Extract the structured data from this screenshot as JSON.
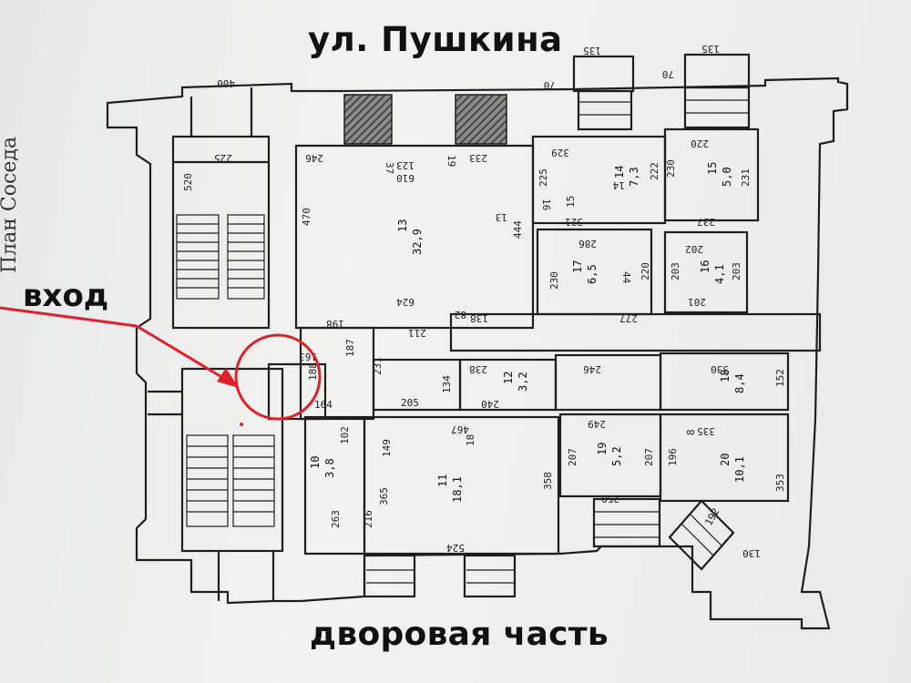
{
  "labels": {
    "street_top": "ул. Пушкина",
    "street_bottom": "дворовая часть",
    "entry": "вход",
    "side_caption": "План Соседа"
  },
  "colors": {
    "line": "#1e1e1e",
    "hatch": "#333333",
    "arrow": "#e0202a",
    "circle": "#e0202a"
  },
  "rooms": [
    {
      "id": "13",
      "area": "32,9"
    },
    {
      "id": "14",
      "area": "7,3"
    },
    {
      "id": "15",
      "area": "5,0"
    },
    {
      "id": "17",
      "area": "6,5"
    },
    {
      "id": "16",
      "area": "4,1"
    },
    {
      "id": "12",
      "area": "3,2"
    },
    {
      "id": "18",
      "area": "8,4"
    },
    {
      "id": "11",
      "area": "18,1"
    },
    {
      "id": "19",
      "area": "5,2"
    },
    {
      "id": "20",
      "area": "10,1"
    },
    {
      "id": "10",
      "area": "3,8"
    }
  ],
  "dims": [
    "135",
    "135",
    "70",
    "70",
    "400",
    "225",
    "520",
    "246",
    "37",
    "123",
    "610",
    "19",
    "233",
    "329",
    "220",
    "225",
    "15",
    "14",
    "222",
    "230",
    "231",
    "470",
    "13",
    "444",
    "16",
    "321",
    "237",
    "286",
    "202",
    "624",
    "230",
    "44",
    "220",
    "203",
    "203",
    "201",
    "138",
    "82",
    "277",
    "198",
    "163",
    "211",
    "231",
    "238",
    "187",
    "188",
    "205",
    "134",
    "240",
    "246",
    "330",
    "152",
    "164",
    "102",
    "149",
    "467",
    "18",
    "249",
    "8",
    "335",
    "365",
    "216",
    "263",
    "207",
    "207",
    "196",
    "358",
    "250",
    "353",
    "192",
    "130",
    "524"
  ]
}
